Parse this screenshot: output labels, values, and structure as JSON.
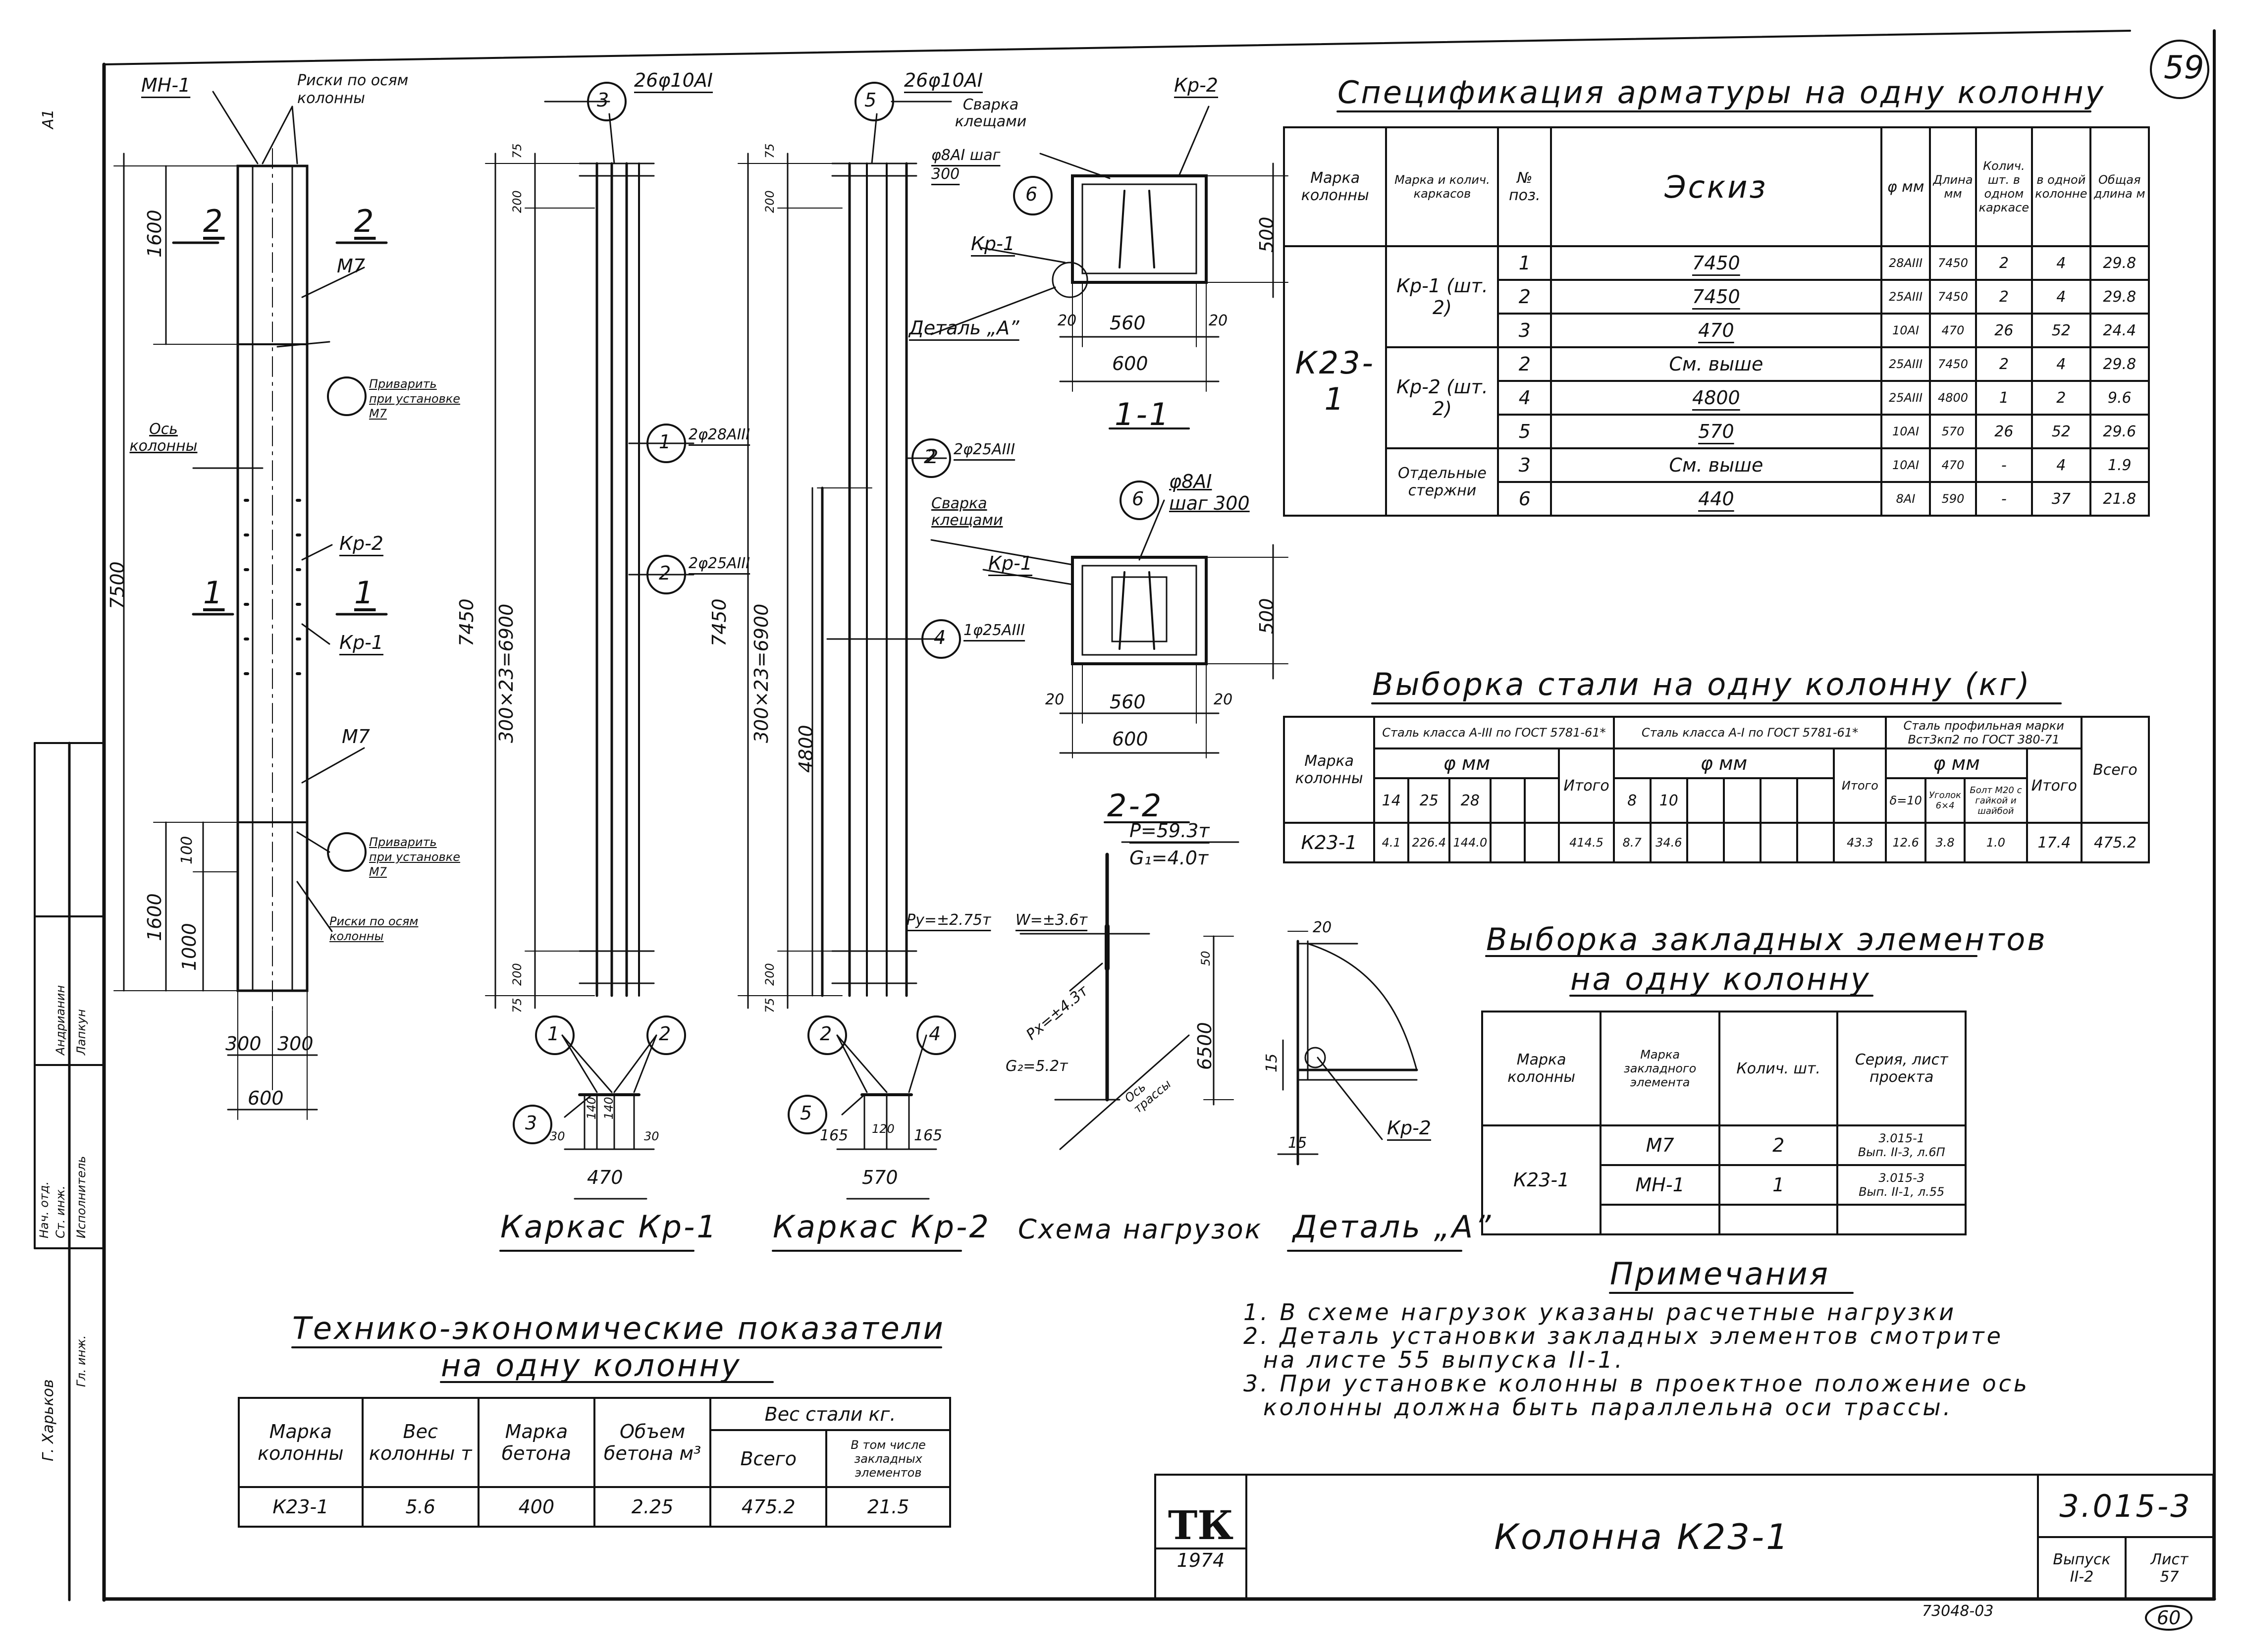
{
  "sheet_number": "59",
  "sheet_number_bottom": "60",
  "archive_number": "73048-03",
  "drawing": {
    "mn1": "МН-1",
    "risks_top": "Риски по осям колонны",
    "m7_top": "М7",
    "m7_bottom": "М7",
    "weld_top": "Приварить при установке М7",
    "weld_bottom": "Приварить при установке М7",
    "column_axis": "Ось колонны",
    "risks_bottom": "Риски по осям колонны",
    "kr2": "Кр-2",
    "kr1": "Кр-1",
    "cut1": "1",
    "cut2": "2",
    "dim_1600_top": "1600",
    "dim_1600_bottom": "1600",
    "dim_1000": "1000",
    "dim_100": "100",
    "dim_7500": "7500",
    "dim_7450_a": "7450",
    "dim_7450_b": "7450",
    "dim_300x23_a": "300×23=6900",
    "dim_300x23_b": "300×23=6900",
    "dim_4800": "4800",
    "dim_75": "75",
    "dim_200": "200",
    "dim_300": "300",
    "dim_600": "600",
    "pos3_bar": "26φ10АI",
    "pos5_bar": "26φ10АI",
    "pos1_bar": "2φ28АIII",
    "pos2_bar_a": "2φ25АIII",
    "pos2_bar_b": "2φ25АIII",
    "pos4_bar": "1φ25АIII",
    "kr2_top": "Кр-2",
    "tong_weld": "Сварка клещами",
    "stirrup_6": "φ8АI шаг 300",
    "kr1_sec": "Кр-1",
    "detail_a": "Деталь „А”",
    "sec_dim_20": "20",
    "sec_dim_560": "560",
    "sec_dim_600": "600",
    "sec_dim_500": "500",
    "section_1": "1-1",
    "section_2": "2-2",
    "circle_1": "1",
    "circle_2": "2",
    "circle_3": "3",
    "circle_4": "4",
    "circle_5": "5",
    "circle_6": "6",
    "frame_kr1": "Каркас Кр-1",
    "frame_kr2": "Каркас Кр-2",
    "kr1_dims": [
      "30",
      "140",
      "30",
      "140",
      "470"
    ],
    "kr2_dims": [
      "165",
      "120",
      "165",
      "570"
    ],
    "load_scheme": "Схема нагрузок",
    "load_P": "P=59.3т",
    "load_G1": "G₁=4.0т",
    "load_Py": "Pу=±2.75т",
    "load_W": "W=±3.6т",
    "load_Px": "Pх=±4.3т",
    "load_G2": "G₂=5.2т",
    "load_axis": "Ось трассы",
    "load_6500": "6500",
    "load_50": "50",
    "detail_a_title": "Деталь „А”",
    "detail_kr2": "Кр-2",
    "detail_15a": "15",
    "detail_15b": "15",
    "detail_20": "20"
  },
  "spec": {
    "title": "Спецификация арматуры на одну колонну",
    "headers": [
      "Марка колонны",
      "Марка и колич. каркасов",
      "№ поз.",
      "Эскиз",
      "φ мм",
      "Длина мм",
      "Колич. шт. в одном каркасе",
      "в одной колонне",
      "Общая длина м"
    ],
    "header_kolich": "Колич. шт.",
    "column_mark": "К23-1",
    "frames": [
      "Кр-1 (шт. 2)",
      "Кр-2 (шт. 2)",
      "Отдельные стержни"
    ],
    "rows": [
      {
        "pos": "1",
        "sketch": "7450",
        "d": "28АIII",
        "len": "7450",
        "q1": "2",
        "q2": "4",
        "total": "29.8"
      },
      {
        "pos": "2",
        "sketch": "7450",
        "d": "25АIII",
        "len": "7450",
        "q1": "2",
        "q2": "4",
        "total": "29.8"
      },
      {
        "pos": "3",
        "sketch": "470",
        "d": "10АI",
        "len": "470",
        "q1": "26",
        "q2": "52",
        "total": "24.4"
      },
      {
        "pos": "2",
        "sketch": "См. выше",
        "d": "25АIII",
        "len": "7450",
        "q1": "2",
        "q2": "4",
        "total": "29.8"
      },
      {
        "pos": "4",
        "sketch": "4800",
        "d": "25АIII",
        "len": "4800",
        "q1": "1",
        "q2": "2",
        "total": "9.6"
      },
      {
        "pos": "5",
        "sketch": "570",
        "d": "10АI",
        "len": "570",
        "q1": "26",
        "q2": "52",
        "total": "29.6"
      },
      {
        "pos": "3",
        "sketch": "См. выше",
        "d": "10АI",
        "len": "470",
        "q1": "-",
        "q2": "4",
        "total": "1.9"
      },
      {
        "pos": "6",
        "sketch": "440",
        "d": "8АI",
        "len": "590",
        "q1": "-",
        "q2": "37",
        "total": "21.8"
      }
    ]
  },
  "steel": {
    "title": "Выборка стали на одну колонну (кг)",
    "h_mark": "Марка колонны",
    "h_a3": "Сталь класса А-III по ГОСТ 5781-61*",
    "h_a1": "Сталь класса А-I по ГОСТ 5781-61*",
    "h_prof": "Сталь профильная марки Вст3кп2 по ГОСТ 380-71",
    "h_dmm": "φ мм",
    "h_a3_cols": [
      "14",
      "25",
      "28",
      "",
      "",
      "Итого"
    ],
    "h_a1_cols": [
      "8",
      "10",
      "",
      "",
      "",
      "",
      "Итого"
    ],
    "h_prof_cols": [
      "δ=10",
      "Уголок 6×4",
      "Болт M20 с гайкой и шайбой",
      "Итого"
    ],
    "h_total": "Всего",
    "row": [
      "К23-1",
      "4.1",
      "226.4",
      "144.0",
      "",
      "",
      "414.5",
      "8.7",
      "34.6",
      "",
      "",
      "",
      "",
      "43.3",
      "12.6",
      "3.8",
      "1.0",
      "17.4",
      "475.2"
    ]
  },
  "embedded": {
    "title1": "Выборка закладных элементов",
    "title2": "на одну колонну",
    "headers": [
      "Марка колонны",
      "Марка закладного элемента",
      "Колич. шт.",
      "Серия, лист проекта"
    ],
    "col_mark": "К23-1",
    "rows": [
      {
        "el": "М7",
        "q": "2",
        "ref1": "3.015-1",
        "ref2": "Вып. II-3, л.6П"
      },
      {
        "el": "МН-1",
        "q": "1",
        "ref1": "3.015-3",
        "ref2": "Вып. II-1, л.55"
      }
    ]
  },
  "notes": {
    "title": "Примечания",
    "lines": [
      "1. В схеме нагрузок указаны расчетные нагрузки",
      "2. Деталь установки закладных элементов смотрите",
      "на листе 55 выпуска II-1.",
      "3. При установке колонны в проектное положение ось",
      "колонны должна быть параллельна оси трассы."
    ]
  },
  "teo": {
    "title1": "Технико-экономические показатели",
    "title2": "на одну колонну",
    "headers": [
      "Марка колонны",
      "Вес колонны т",
      "Марка бетона",
      "Объем бетона м³",
      "Вес стали кг.",
      "Всего",
      "В том числе закладных элементов"
    ],
    "row": [
      "К23-1",
      "5.6",
      "400",
      "2.25",
      "475.2",
      "21.5"
    ]
  },
  "stamp": {
    "logo": "ТК",
    "year": "1974",
    "title": "Колонна К23-1",
    "series": "3.015-3",
    "issue_label": "Выпуск",
    "issue": "II-2",
    "sheet_label": "Лист",
    "sheet": "57"
  },
  "side_stamp": {
    "role_nach": "Нач. отд.",
    "role_inzh": "Ст. инж.",
    "role_isp": "Исполнитель",
    "name_andr": "Андрианин",
    "name_lap": "Лапкун",
    "gip": "Гл. инж.",
    "kharkov": "Г. Харьков",
    "format": "А1"
  }
}
